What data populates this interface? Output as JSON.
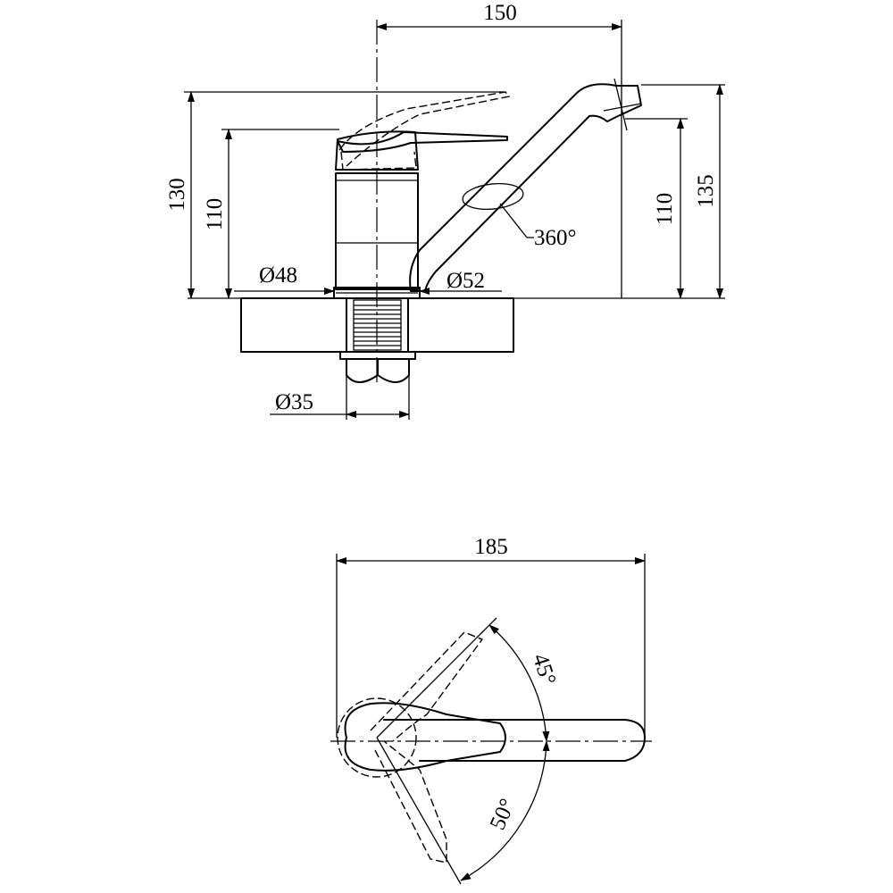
{
  "side_view": {
    "overall_width": "150",
    "height_to_handle": "130",
    "height_to_body": "110",
    "spout_outlet_height": "110",
    "spout_height": "135",
    "body_diameter": "Ø48",
    "base_diameter": "Ø52",
    "shank_diameter": "Ø35",
    "spout_rotation": "360°"
  },
  "top_view": {
    "overall_length": "185",
    "handle_angle_up": "45°",
    "handle_angle_down": "50°"
  }
}
